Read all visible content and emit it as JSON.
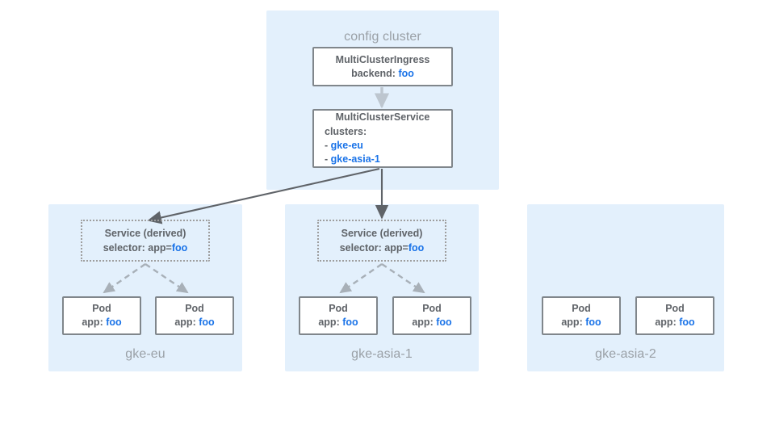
{
  "diagram": {
    "accent_color": "#1a73e8",
    "panel_color": "#e3f0fc",
    "label_color": "#9aa0a6",
    "text_color": "#5f6368",
    "border_color": "#80868b"
  },
  "config_cluster": {
    "title": "config cluster",
    "multi_cluster_ingress": {
      "title": "MultiClusterIngress",
      "field_label": "backend:",
      "field_value": "foo"
    },
    "multi_cluster_service": {
      "title": "MultiClusterService",
      "field_label": "clusters:",
      "items": [
        {
          "bullet": "-",
          "value": "gke-eu"
        },
        {
          "bullet": "-",
          "value": "gke-asia-1"
        }
      ]
    }
  },
  "clusters": [
    {
      "name": "gke-eu",
      "service": {
        "title": "Service (derived)",
        "selector_label": "selector: app=",
        "selector_value": "foo"
      },
      "pods": [
        {
          "title": "Pod",
          "label": "app:",
          "value": "foo"
        },
        {
          "title": "Pod",
          "label": "app:",
          "value": "foo"
        }
      ]
    },
    {
      "name": "gke-asia-1",
      "service": {
        "title": "Service (derived)",
        "selector_label": "selector: app=",
        "selector_value": "foo"
      },
      "pods": [
        {
          "title": "Pod",
          "label": "app:",
          "value": "foo"
        },
        {
          "title": "Pod",
          "label": "app:",
          "value": "foo"
        }
      ]
    },
    {
      "name": "gke-asia-2",
      "service": null,
      "pods": [
        {
          "title": "Pod",
          "label": "app:",
          "value": "foo"
        },
        {
          "title": "Pod",
          "label": "app:",
          "value": "foo"
        }
      ]
    }
  ]
}
